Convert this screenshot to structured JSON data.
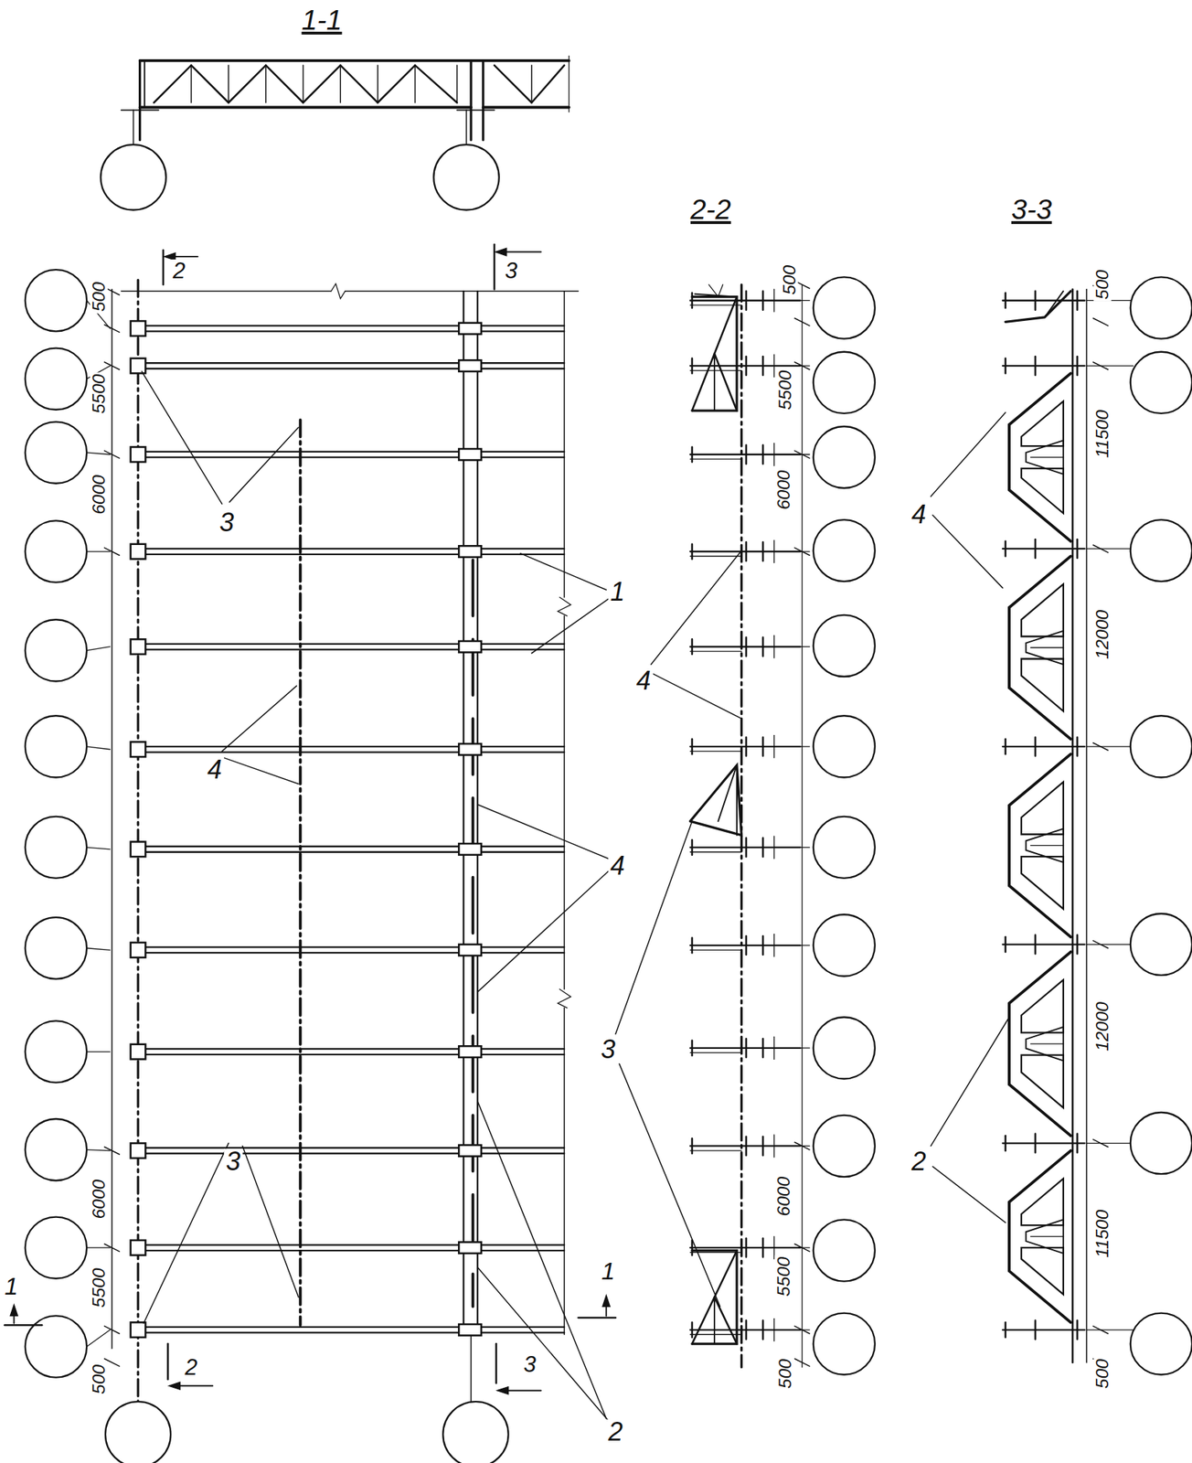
{
  "diagram": {
    "labels": [
      "1-1",
      "2-2",
      "3-3",
      "2",
      "3",
      "500",
      "5500",
      "6000",
      "6000",
      "5500",
      "500",
      "3",
      "1",
      "4",
      "4",
      "3",
      "2",
      "1",
      "1",
      "2",
      "3",
      "500",
      "5500",
      "6000",
      "6000",
      "5500",
      "500",
      "4",
      "3",
      "500",
      "11500",
      "12000",
      "12000",
      "11500",
      "500",
      "4",
      "2"
    ]
  }
}
